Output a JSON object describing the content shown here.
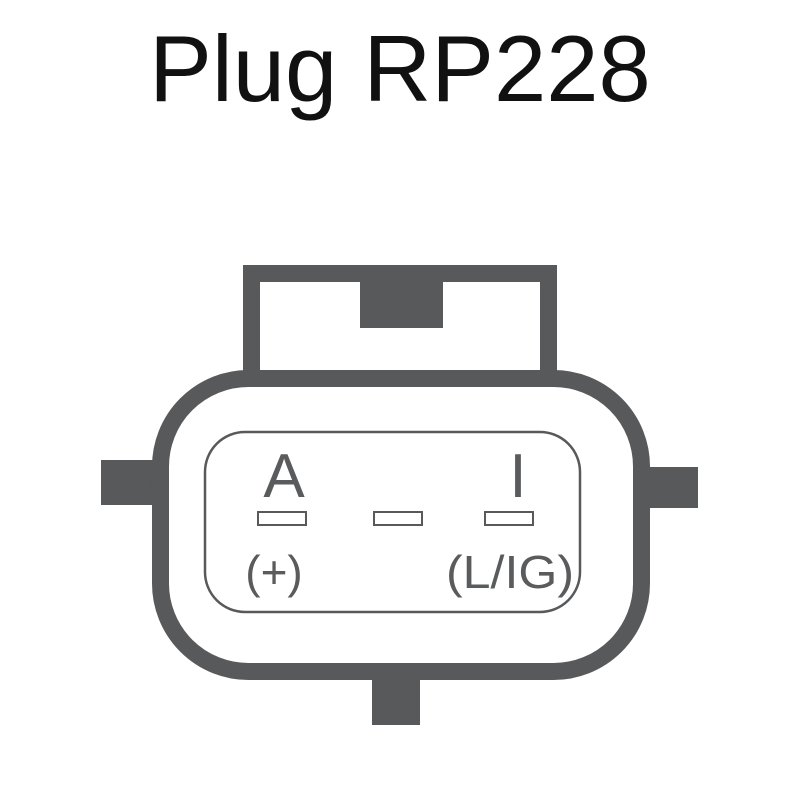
{
  "title": "Plug RP228",
  "colors": {
    "connector": "#58595b",
    "text": "#111111"
  },
  "pins": [
    {
      "letter": "A",
      "function": "(+)"
    },
    {
      "letter": "",
      "function": ""
    },
    {
      "letter": "I",
      "function": "(L/IG)"
    }
  ]
}
